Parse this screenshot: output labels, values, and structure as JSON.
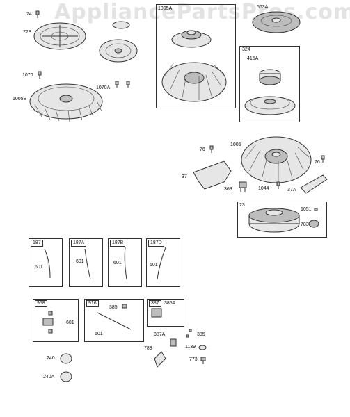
{
  "watermark": "AppliancePartsPros.com",
  "callouts": {
    "c74": "74",
    "c72b": "72B",
    "c1070": "1070",
    "c1070a": "1070A",
    "c1005b": "1005B",
    "c1005a": "1005A",
    "c563a": "563A",
    "c324": "324",
    "c415a": "415A",
    "c1005": "1005",
    "c76a": "76",
    "c76b": "76",
    "c37": "37",
    "c363": "363",
    "c1044": "1044",
    "c37a": "37A",
    "c23": "23",
    "c1051": "1051",
    "c783": "783",
    "c187": "187",
    "c187a": "187A",
    "c187b": "187B",
    "c187d": "187D",
    "c601a": "601",
    "c601b": "601",
    "c601c": "601",
    "c601d": "601",
    "c958": "958",
    "c601e": "601",
    "c916": "916",
    "c385a": "385",
    "c601f": "601",
    "c387": "387",
    "c385b": "385A",
    "c387a": "387A",
    "c385c": "385",
    "c1139": "1139",
    "c788": "788",
    "c773": "773",
    "c240": "240",
    "c240a": "240A"
  }
}
